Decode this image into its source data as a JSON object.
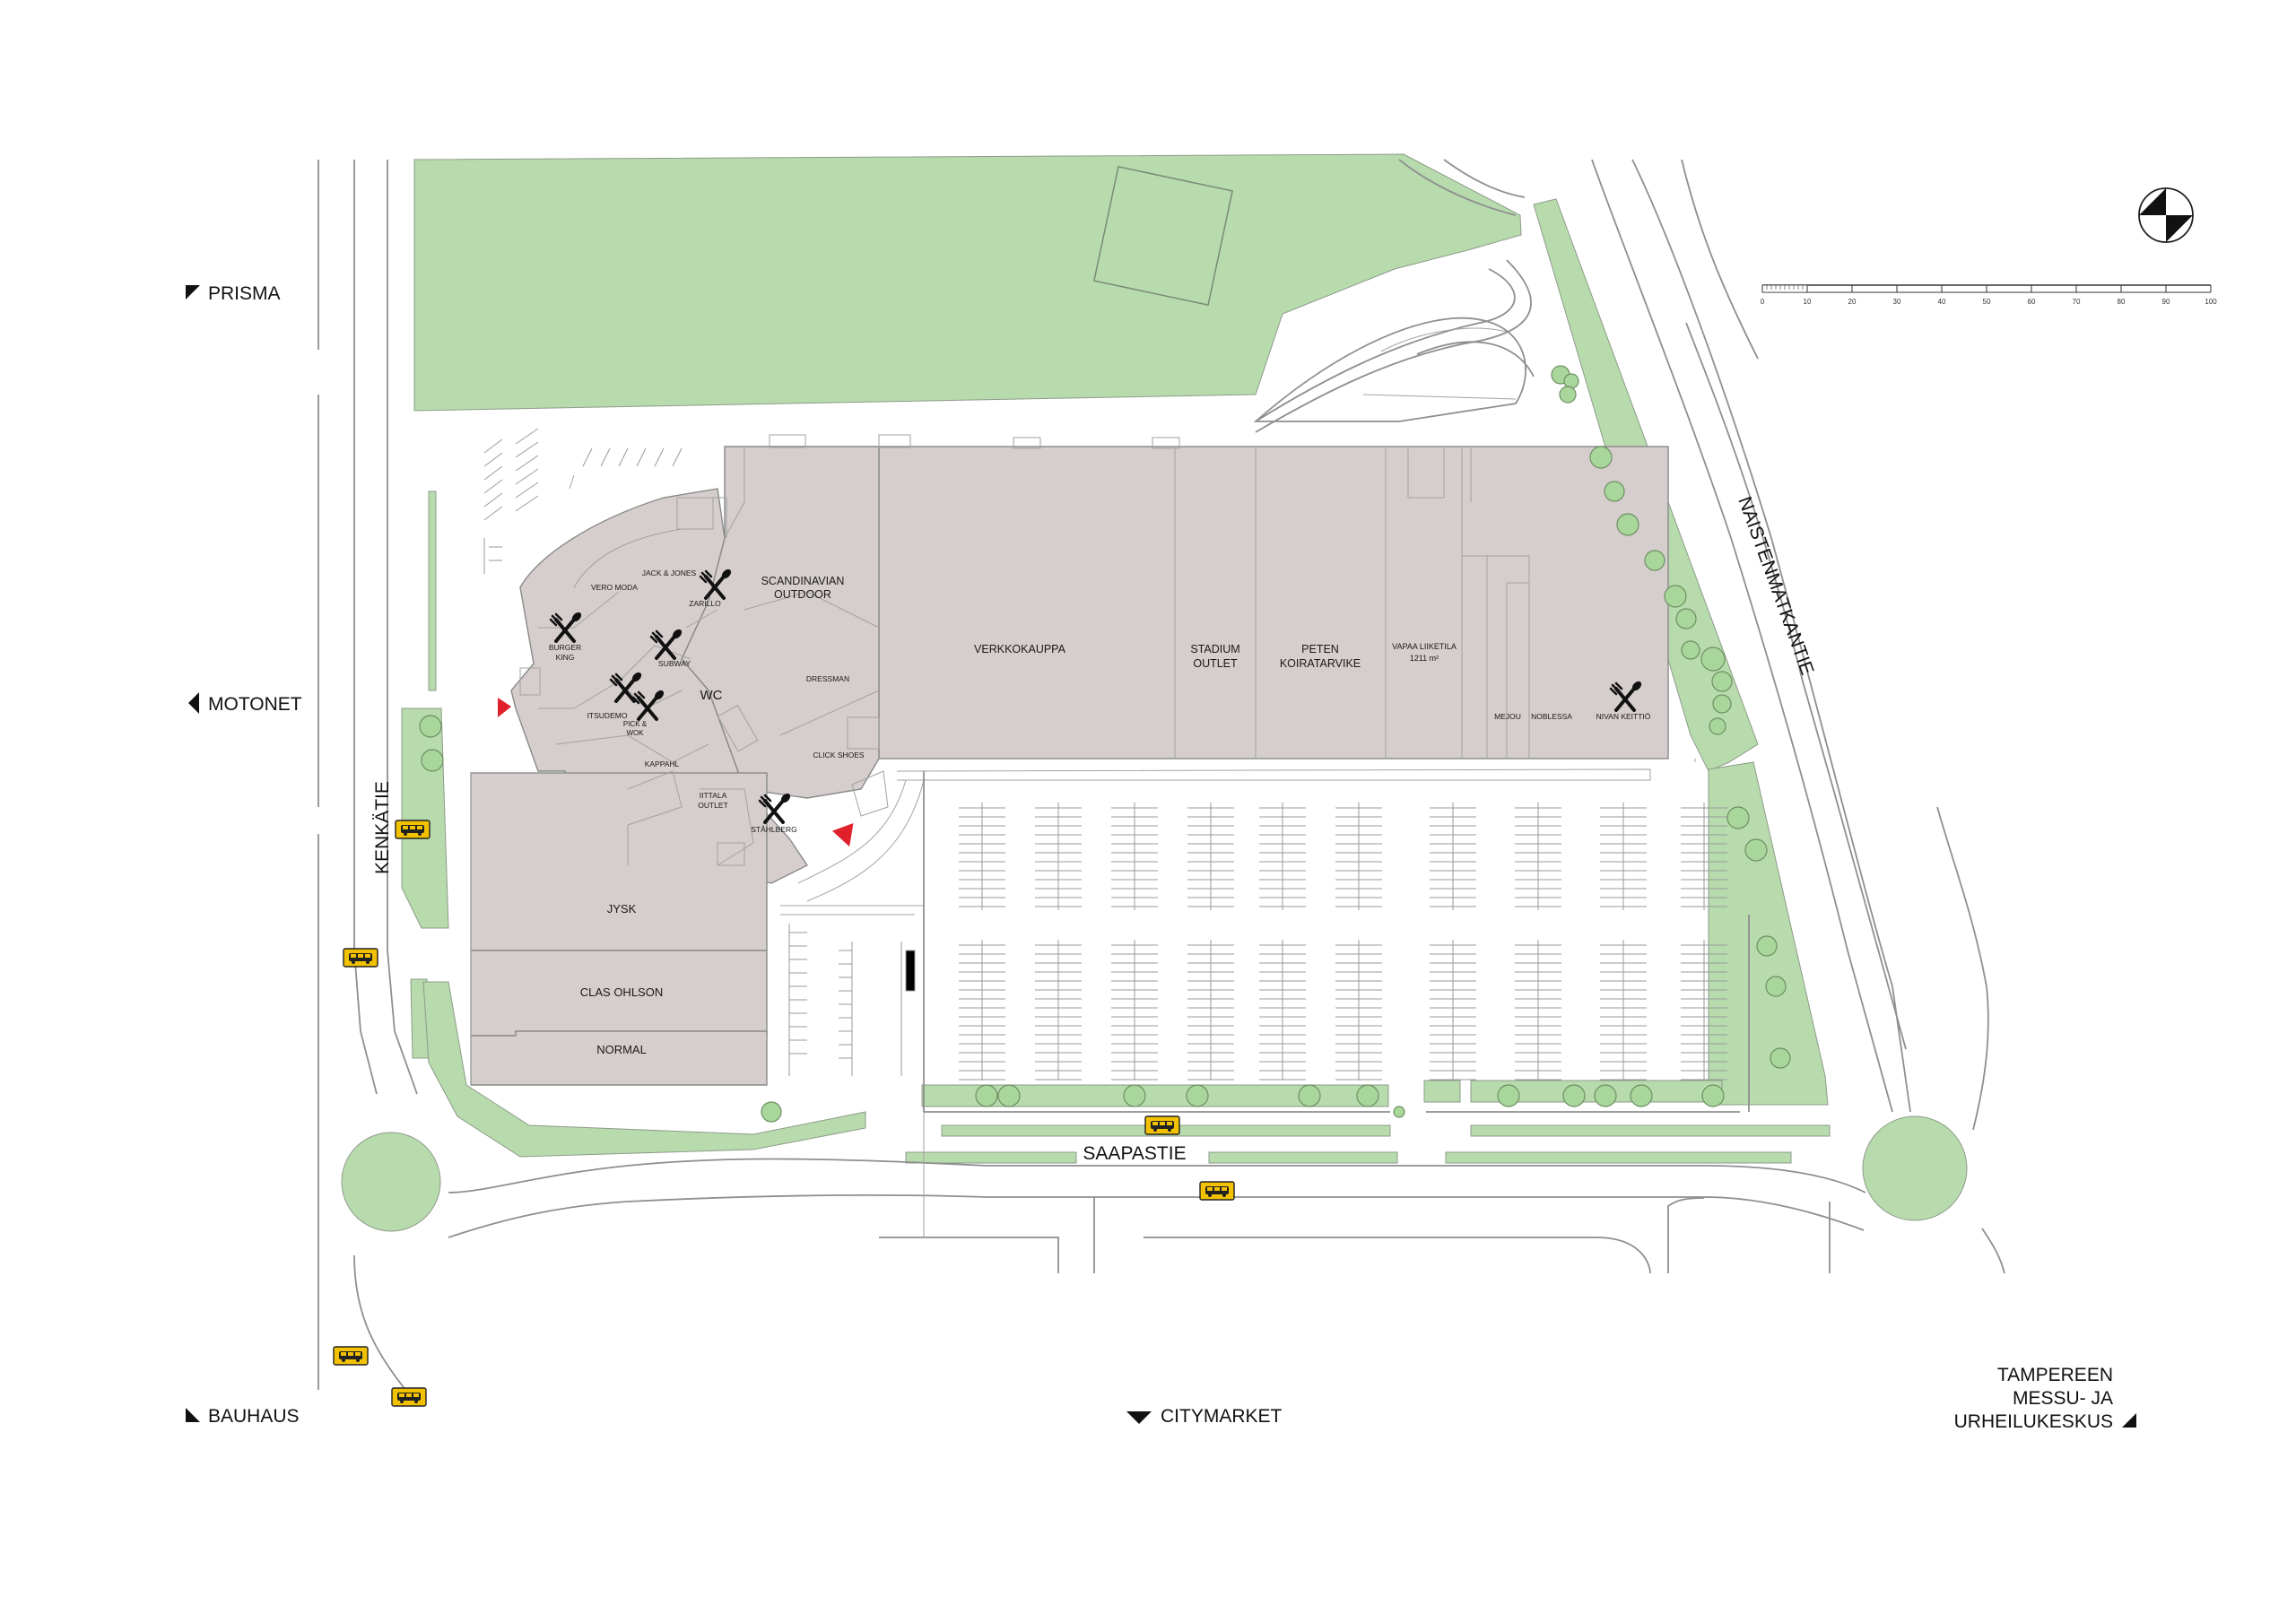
{
  "directions": {
    "prisma": "PRISMA",
    "motonet": "MOTONET",
    "bauhaus": "BAUHAUS",
    "citymarket": "CITYMARKET",
    "tampere_line1": "TAMPEREEN",
    "tampere_line2": "MESSU- JA",
    "tampere_line3": "URHEILUKESKUS"
  },
  "streets": {
    "kenkatie": "KENKÄTIE",
    "saapastie": "SAAPASTIE",
    "naistenmatkantie": "NAISTENMATKANTIE"
  },
  "stores": {
    "scandinavian_1": "SCANDINAVIAN",
    "scandinavian_2": "OUTDOOR",
    "verkkokauppa": "VERKKOKAUPPA",
    "stadium_1": "STADIUM",
    "stadium_2": "OUTLET",
    "peten_1": "PETEN",
    "peten_2": "KOIRATARVIKE",
    "vapaa_1": "VAPAA LIIKETILA",
    "vapaa_2": "1211 m²",
    "mejou": "MEJOU",
    "noblessa": "NOBLESSA",
    "nivan": "NIVAN KEITTIÖ",
    "jack": "JACK & JONES",
    "vero": "VERO MODA",
    "zarillo": "ZARILLO",
    "burger_1": "BURGER",
    "burger_2": "KING",
    "subway": "SUBWAY",
    "wc": "WC",
    "dressman": "DRESSMAN",
    "itsudemo": "ITSUDEMO",
    "pick_1": "PICK &",
    "pick_2": "WOK",
    "kappahl": "KAPPAHL",
    "click": "CLICK SHOES",
    "iittala_1": "IITTALA",
    "iittala_2": "OUTLET",
    "stahlberg": "STÅHLBERG",
    "jysk": "JYSK",
    "clas": "CLAS OHLSON",
    "normal": "NORMAL"
  },
  "scale_labels": [
    "0",
    "10",
    "20",
    "30",
    "40",
    "50",
    "60",
    "70",
    "80",
    "90",
    "100"
  ],
  "colors": {
    "building": "#d6cdcd",
    "green_area": "#b7dbac",
    "bus_sign": "#f2c200",
    "entrance": "#e0202a"
  },
  "icons": {
    "restaurant": "fork-knife-icon",
    "bus": "bus-stop-icon",
    "entrance": "entrance-triangle-icon",
    "north": "north-arrow-icon"
  }
}
